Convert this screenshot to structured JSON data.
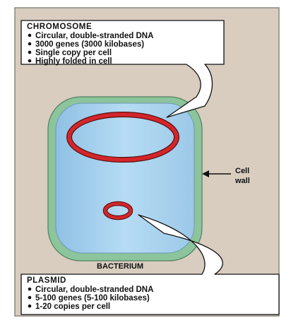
{
  "chromosome": {
    "title": "CHROMOSOME",
    "bullets": [
      "Circular, double-stranded DNA",
      "3000 genes (3000 kilobases)",
      "Single copy per cell",
      "Highly folded in cell"
    ]
  },
  "plasmid": {
    "title": "PLASMID",
    "bullets": [
      "Circular, double-stranded DNA",
      "5-100 genes (5-100 kilobases)",
      "1-20 copies per cell"
    ]
  },
  "cell_wall_label": [
    "Cell",
    "wall"
  ],
  "bacterium_label": "BACTERIUM",
  "colors": {
    "background": "#d8cdbf",
    "cell_wall": "#8cc49c",
    "cytoplasm": "#a6d0ec",
    "dna_ring": "#d4262a",
    "callout_fill": "#ffffff"
  }
}
